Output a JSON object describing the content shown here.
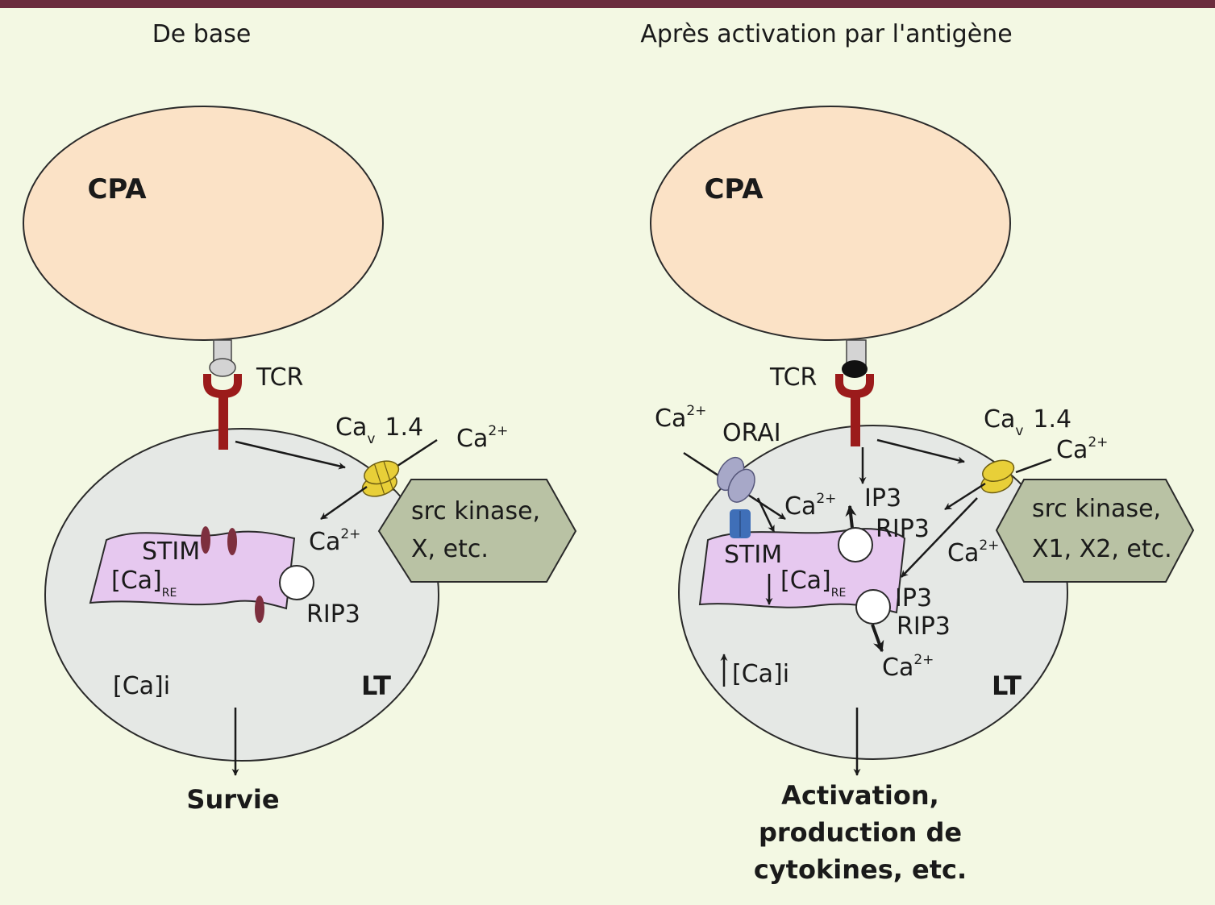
{
  "colors": {
    "background": "#f3f8e3",
    "top_bar": "#6b2d3e",
    "apc_fill": "#fbe2c6",
    "lt_fill": "#e5e8e5",
    "er_fill": "#e6c8ef",
    "tcr": "#9b1b1b",
    "channel": "#e8cf38",
    "orai": "#a7a8c8",
    "stim_active": "#3f6fb8",
    "stim_inactive": "#7d2f3e",
    "kinase_box": "#b9c2a4"
  },
  "icons": [
    "tcr-receptor-icon",
    "cav14-channel-icon",
    "orai-channel-icon",
    "stim-protein-icon",
    "rip3-circle-icon"
  ],
  "left": {
    "heading": "De base",
    "cpa": "CPA",
    "tcr": "TCR",
    "cav_main": "Ca",
    "cav_sub": "v",
    "cav_num": "1.4",
    "ca_out": "Ca",
    "ca_out_sup": "2+",
    "ca_in": "Ca",
    "ca_in_sup": "2+",
    "kinase_line1": "src kinase,",
    "kinase_line2": "X, etc.",
    "stim": "STIM",
    "ca_re": "[Ca]",
    "ca_re_sub": "RE",
    "rip3": "RIP3",
    "ca_i": "[Ca]i",
    "lt": "LT",
    "outcome": "Survie"
  },
  "right": {
    "heading": "Après activation par l'antigène",
    "cpa": "CPA",
    "tcr": "TCR",
    "cav_main": "Ca",
    "cav_sub": "v",
    "cav_num": "1.4",
    "ca_out_right": "Ca",
    "ca_out_right_sup": "2+",
    "ca_out_left": "Ca",
    "ca_out_left_sup": "2+",
    "orai": "ORAI",
    "ca_orai_in": "Ca",
    "ca_orai_in_sup": "2+",
    "ip3_top": "IP3",
    "rip3_top": "RIP3",
    "stim": "STIM",
    "ca_re": "[Ca]",
    "ca_re_sub": "RE",
    "ca_mid": "Ca",
    "ca_mid_sup": "2+",
    "ip3_bottom": "IP3",
    "rip3_bottom": "RIP3",
    "ca_release": "Ca",
    "ca_release_sup": "2+",
    "ca_i": "[Ca]i",
    "lt": "LT",
    "kinase_line1": "src kinase,",
    "kinase_line2": "X1, X2, etc.",
    "outcome_line1": "Activation,",
    "outcome_line2": "production de",
    "outcome_line3": "cytokines, etc."
  }
}
